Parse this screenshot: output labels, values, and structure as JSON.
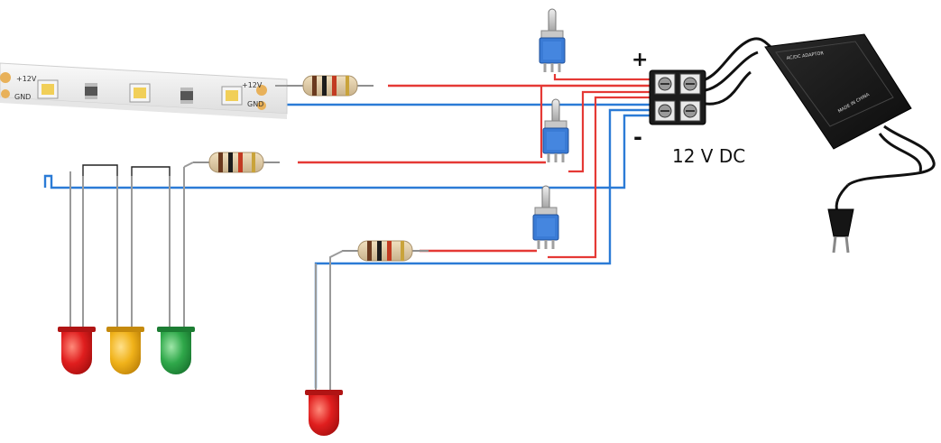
{
  "terminal": {
    "plus_label": "+",
    "minus_label": "-"
  },
  "power": {
    "voltage_label": "12 V DC"
  },
  "strip": {
    "left_pos_label": "+12V",
    "left_gnd_label": "GND",
    "right_pos_label": "+12V",
    "right_gnd_label": "GND"
  },
  "adapter": {
    "title": "AC/DC ADAPTOR",
    "made_in": "MADE IN CHINA"
  },
  "colors": {
    "positive_wire": "#e53935",
    "negative_wire": "#2b7bd6",
    "led_red": "#e01e1e",
    "led_yellow": "#f0b21a",
    "led_green": "#2fa84a",
    "switch_body": "#3a7bd5",
    "adapter_body": "#1a1a1a"
  }
}
